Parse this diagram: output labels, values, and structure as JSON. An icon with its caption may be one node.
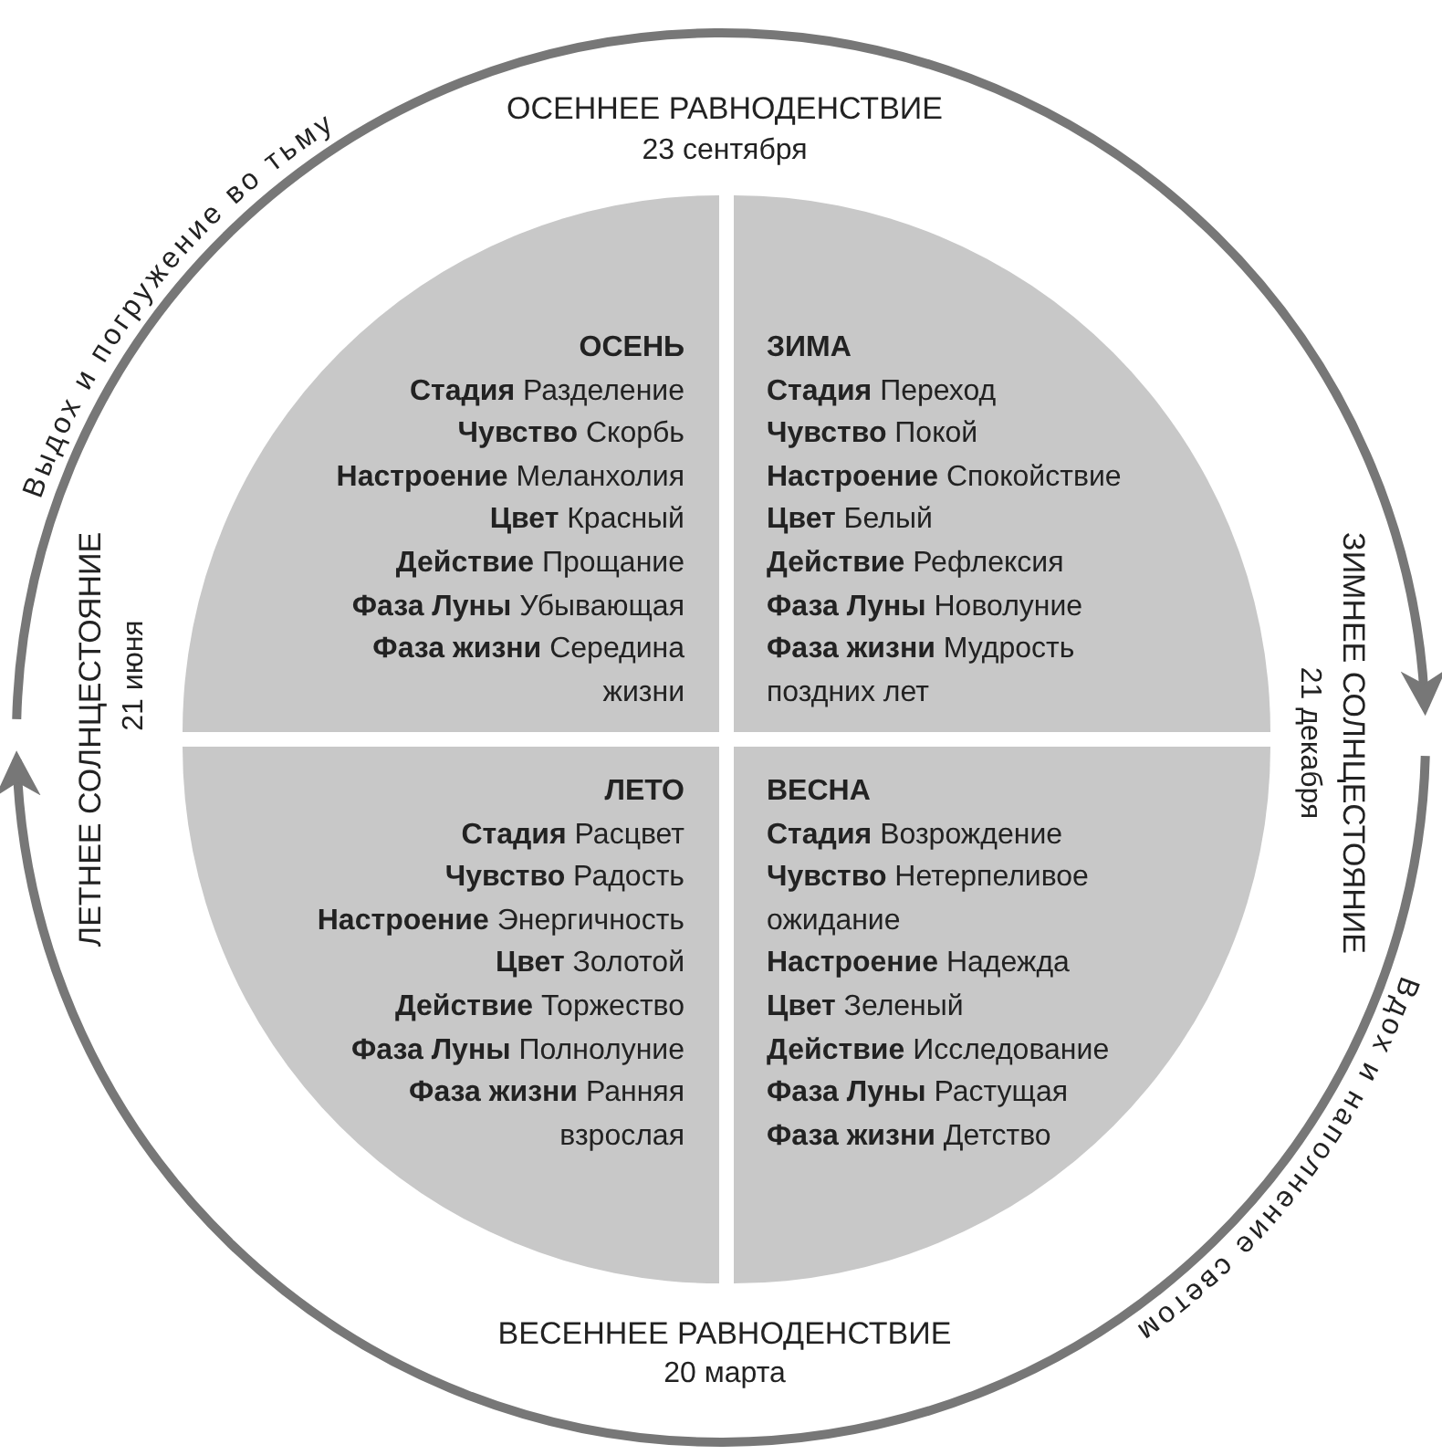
{
  "diagram": {
    "nodes": [
      {
        "text": [
          "ОСЕНЬ",
          "**Стадия** Разделение",
          "**Чувство** Скорбь",
          "**Настроение** Меланхолия",
          "**Цвет** Красный",
          "**Действие** Прощание",
          "**Фаза Луны** Убывающая",
          "**Фаза жизни** Середина жизни"
        ]
      },
      {
        "text": [
          "ЗИМА",
          "**Стадия** Переход",
          "**Чувство** Покой",
          "**Настроение** Спокойствие",
          "**Цвет** Белый",
          "**Действие** Рефлексия",
          "**Фаза Луны** Новолуние",
          "**Фаза жизни** Мудрость поздних лет"
        ]
      },
      {
        "text": [
          "ЛЕТО",
          "**Стадия** Расцвет",
          "**Чувство** Радость",
          "**Настроение** Энергичность",
          "**Цвет** Золотой",
          "**Действие** Торжество",
          "**Фаза Луны** Полнолуние",
          "**Фаза жизни** Ранняя взрослая"
        ]
      },
      {
        "text": [
          "ВЕСНА",
          "**Стадия** Возрождение",
          "**Чувство** Нетерпеливое ожидание",
          "**Настроение** Надежда",
          "**Цвет** Зеленый",
          "**Действие** Исследование",
          "**Фаза Луны** Растущая",
          "**Фаза жизни** Детство"
        ]
      }
    ],
    "labels": [
      "Выдох и погружение во тьму",
      "ОСЕННЕЕ РАВНОДЕНСТВИЕ",
      "23 сентября",
      "ЛЕТНЕЕ СОЛНЦЕСТОЯНИЕ",
      "21 июня",
      "ЗИМНЕЕ СОЛНЦЕСТОЯНИЕ",
      "21 декабря",
      "ВЕСЕННЕЕ РАВНОДЕНСТВИЕ",
      "20 марта",
      "Вдох и наполнение светом"
    ]
  }
}
